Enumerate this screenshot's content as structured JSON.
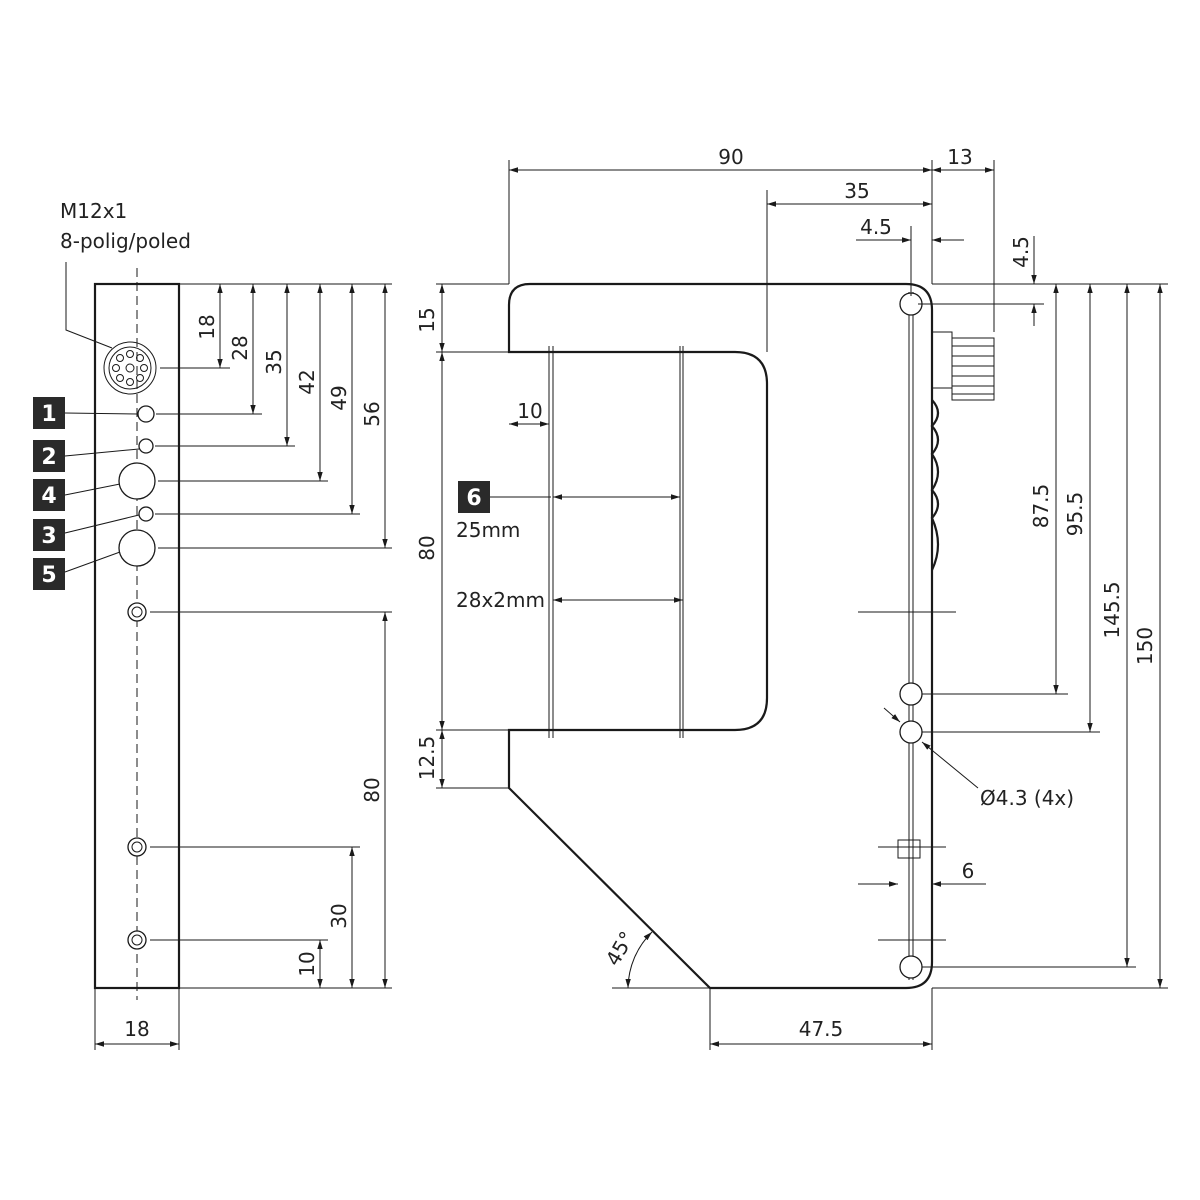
{
  "connector": {
    "spec": "M12x1",
    "pins": "8-polig/poled"
  },
  "callouts": {
    "c1": "1",
    "c2": "2",
    "c3": "3",
    "c4": "4",
    "c5": "5",
    "c6": "6"
  },
  "side_view": {
    "dims": {
      "d18": "18",
      "d28": "28",
      "d35": "35",
      "d42": "42",
      "d49": "49",
      "d56": "56",
      "d80": "80",
      "d30": "30",
      "d10": "10",
      "width18": "18"
    }
  },
  "front_view": {
    "dims": {
      "d90": "90",
      "d13": "13",
      "d35": "35",
      "d4_5h": "4.5",
      "d4_5v": "4.5",
      "d15": "15",
      "d10": "10",
      "d80": "80",
      "d12_5": "12.5",
      "d87_5": "87.5",
      "d95_5": "95.5",
      "d145_5": "145.5",
      "d150": "150",
      "d6": "6",
      "d47_5": "47.5",
      "angle": "45°"
    },
    "notes": {
      "slot_25": "25mm",
      "slot_28": "28x2mm",
      "holes": "Ø4.3 (4x)"
    }
  }
}
